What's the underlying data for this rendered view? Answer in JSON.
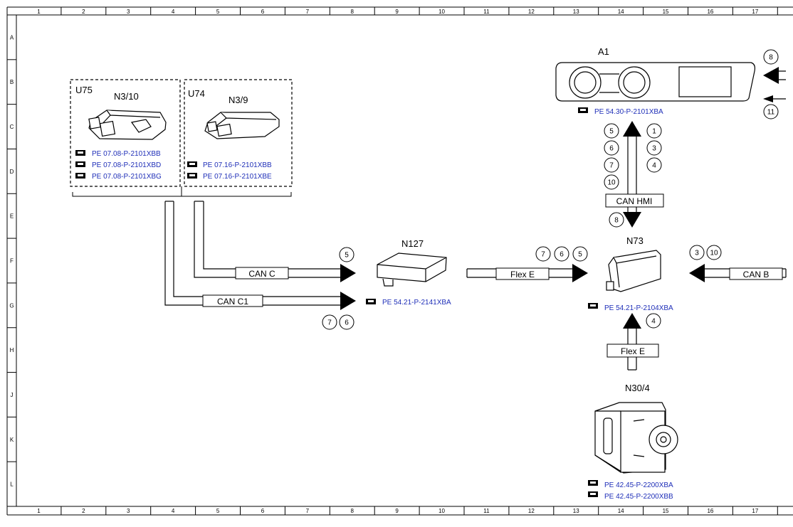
{
  "grid": {
    "columns": [
      "1",
      "2",
      "3",
      "4",
      "5",
      "6",
      "7",
      "8",
      "9",
      "10",
      "11",
      "12",
      "13",
      "14",
      "15",
      "16",
      "17"
    ],
    "rows": [
      "A",
      "B",
      "C",
      "D",
      "E",
      "F",
      "G",
      "H",
      "J",
      "K",
      "L"
    ]
  },
  "groups": {
    "u75": {
      "label": "U75"
    },
    "u74": {
      "label": "U74"
    }
  },
  "components": {
    "n3_10": {
      "label": "N3/10",
      "refs": [
        "PE 07.08-P-2101XBB",
        "PE 07.08-P-2101XBD",
        "PE 07.08-P-2101XBG"
      ]
    },
    "n3_9": {
      "label": "N3/9",
      "refs": [
        "PE 07.16-P-2101XBB",
        "PE 07.16-P-2101XBE"
      ]
    },
    "a1": {
      "label": "A1",
      "refs": [
        "PE 54.30-P-2101XBA"
      ]
    },
    "n127": {
      "label": "N127",
      "refs": [
        "PE 54.21-P-2141XBA"
      ]
    },
    "n73": {
      "label": "N73",
      "refs": [
        "PE 54.21-P-2104XBA"
      ]
    },
    "n30_4": {
      "label": "N30/4",
      "refs": [
        "PE 42.45-P-2200XBA",
        "PE 42.45-P-2200XBB"
      ]
    }
  },
  "buses": {
    "can_c": "CAN C",
    "can_c1": "CAN C1",
    "flex_e_horizontal": "Flex E",
    "flex_e_vertical": "Flex E",
    "can_hmi": "CAN HMI",
    "can_b": "CAN B"
  },
  "signals": {
    "a1_right_top": "8",
    "a1_right_bottom": "11",
    "hmi_left": [
      "5",
      "6",
      "7",
      "10"
    ],
    "hmi_right": [
      "1",
      "3",
      "4"
    ],
    "hmi_down": "8",
    "can_c": [
      "5"
    ],
    "can_c1": [
      "7",
      "6"
    ],
    "flex_e_h": [
      "7",
      "6",
      "5"
    ],
    "can_b": [
      "3",
      "10"
    ],
    "flex_e_v": [
      "4"
    ]
  }
}
